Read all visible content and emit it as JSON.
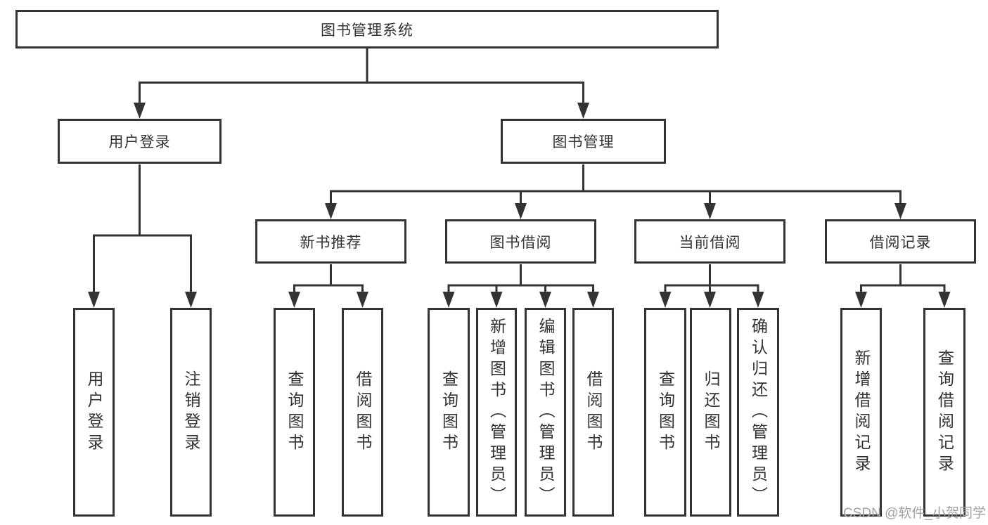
{
  "diagram": {
    "type": "tree",
    "root": {
      "label": "图书管理系统"
    },
    "level2": [
      {
        "label": "用户登录"
      },
      {
        "label": "图书管理"
      }
    ],
    "level3": [
      {
        "label": "新书推荐",
        "parent": "图书管理"
      },
      {
        "label": "图书借阅",
        "parent": "图书管理"
      },
      {
        "label": "当前借阅",
        "parent": "图书管理"
      },
      {
        "label": "借阅记录",
        "parent": "图书管理"
      }
    ],
    "leaves": [
      {
        "label": "用户登录",
        "parent": "用户登录"
      },
      {
        "label": "注销登录",
        "parent": "用户登录"
      },
      {
        "label": "查询图书",
        "parent": "新书推荐"
      },
      {
        "label": "借阅图书",
        "parent": "新书推荐"
      },
      {
        "label": "查询图书",
        "parent": "图书借阅"
      },
      {
        "label": "新增图书（管理员）",
        "parent": "图书借阅"
      },
      {
        "label": "编辑图书（管理员）",
        "parent": "图书借阅"
      },
      {
        "label": "借阅图书",
        "parent": "图书借阅"
      },
      {
        "label": "查询图书",
        "parent": "当前借阅"
      },
      {
        "label": "归还图书",
        "parent": "当前借阅"
      },
      {
        "label": "确认归还（管理员）",
        "parent": "当前借阅"
      },
      {
        "label": "新增借阅记录",
        "parent": "借阅记录"
      },
      {
        "label": "查询借阅记录",
        "parent": "借阅记录"
      }
    ]
  },
  "watermark": "CSDN @软件_小贺同学",
  "colors": {
    "line": "#333333",
    "box_border": "#333333",
    "text": "#333333",
    "watermark": "#a3a3a3",
    "background": "#ffffff"
  }
}
